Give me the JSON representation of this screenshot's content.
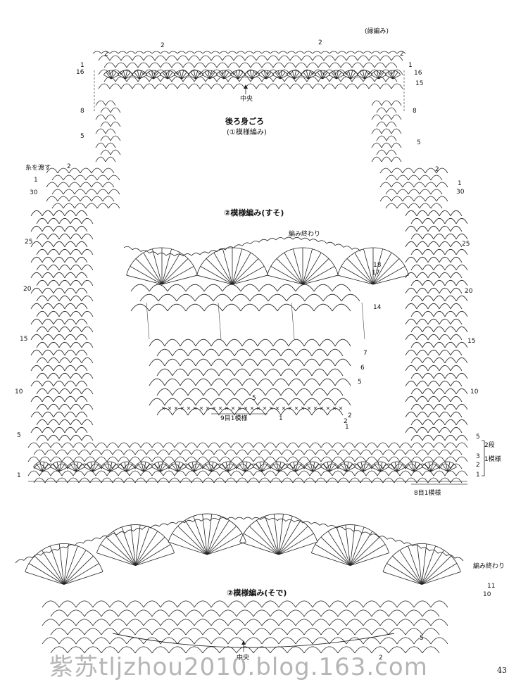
{
  "back_panel": {
    "title": "後ろ身ごろ",
    "subtitle": "(①模様編み)",
    "center_label": "中央",
    "edge_label": "(縁編み)",
    "yarn_label": "糸を渡す",
    "repeat_label": "8目1模様",
    "rows_label_a": "2段",
    "rows_label_b": "1模様"
  },
  "hem_panel": {
    "title": "②模様編み(すそ)",
    "end_label": "編み終わり",
    "repeat_label": "9目1模様"
  },
  "sleeve_panel": {
    "title": "②模様編み(そで)",
    "end_label": "編み終わり",
    "center_label": "中央"
  },
  "row_numbers": {
    "left": [
      "1",
      "16",
      "8",
      "5",
      "1",
      "30",
      "25",
      "20",
      "15",
      "10",
      "5",
      "1"
    ],
    "right": [
      "2",
      "1",
      "16",
      "15",
      "8",
      "5",
      "2",
      "1",
      "30",
      "25",
      "20",
      "15",
      "10",
      "5",
      "3",
      "2",
      "1"
    ],
    "top_arrows": [
      "2",
      "2",
      "2",
      "2"
    ],
    "hem": [
      "18",
      "17",
      "14",
      "7",
      "6",
      "5",
      "5",
      "2",
      "1",
      "2",
      "1"
    ],
    "sleeve": [
      "11",
      "10",
      "5",
      "2"
    ]
  },
  "watermark": "紫苏tljzhou2010.blog.163.com",
  "page_number": "43"
}
